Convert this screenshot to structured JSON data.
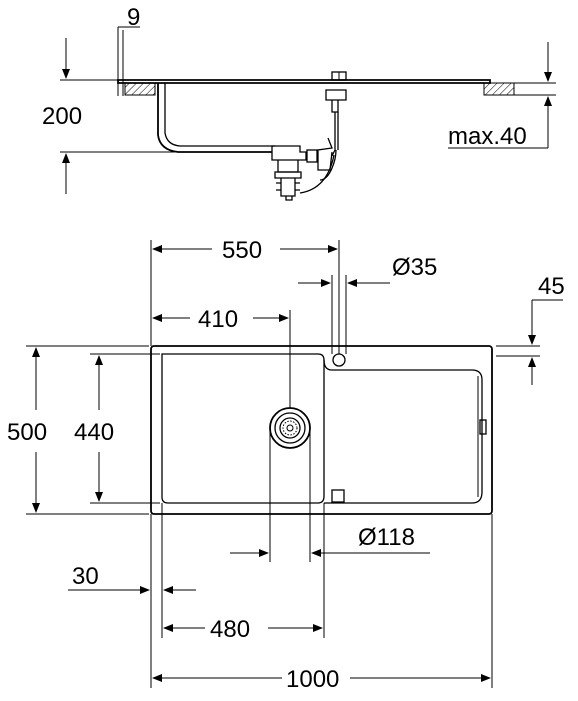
{
  "labels": {
    "rim_thickness": "9",
    "bowl_depth": "200",
    "max_worktop": "max.40",
    "width_to_tap": "550",
    "tap_hole": "Ø35",
    "tap_offset": "45",
    "bowl_center": "410",
    "depth_total": "500",
    "bowl_depth_inner": "440",
    "waste_dia": "Ø118",
    "edge_offset": "30",
    "bowl_width": "480",
    "total_width": "1000"
  }
}
